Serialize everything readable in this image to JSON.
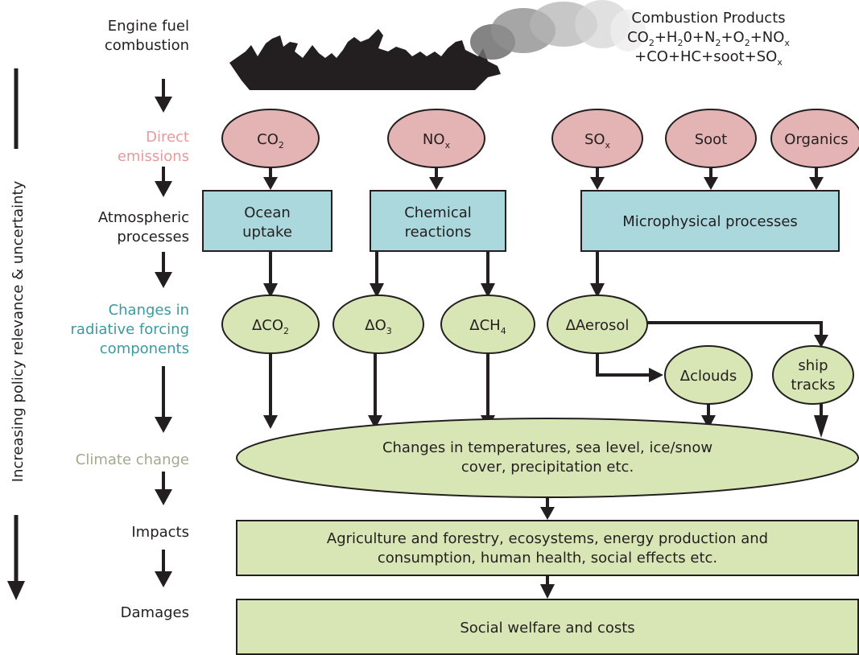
{
  "colors": {
    "emission_fill": "#e4b3b3",
    "process_fill": "#abd8dc",
    "forcing_fill": "#d8e6b5",
    "outline": "#231f20",
    "label_pink": "#e59a9e",
    "label_teal": "#3a9aa0",
    "label_sage": "#a0ab8e"
  },
  "side_arrow_label": "Increasing policy relevance & uncertainty",
  "stages": {
    "engine_line1": "Engine fuel",
    "engine_line2": "combustion",
    "direct_line1": "Direct",
    "direct_line2": "emissions",
    "atmos_line1": "Atmospheric",
    "atmos_line2": "processes",
    "forcing_line1": "Changes in",
    "forcing_line2": "radiative forcing",
    "forcing_line3": "components",
    "climate": "Climate change",
    "impacts": "Impacts",
    "damages": "Damages"
  },
  "combustion": {
    "title": "Combustion Products",
    "line2": [
      {
        "t": "CO"
      },
      {
        "t": "2",
        "sub": true
      },
      {
        "t": "+H"
      },
      {
        "t": "2",
        "sub": true
      },
      {
        "t": "0+N"
      },
      {
        "t": "2",
        "sub": true
      },
      {
        "t": "+O"
      },
      {
        "t": "2",
        "sub": true
      },
      {
        "t": "+NO"
      },
      {
        "t": "x",
        "sub": true
      }
    ],
    "line3": [
      {
        "t": "+CO+HC+soot+SO"
      },
      {
        "t": "x",
        "sub": true
      }
    ]
  },
  "emissions": {
    "co2": [
      {
        "t": "CO"
      },
      {
        "t": "2",
        "sub": true
      }
    ],
    "nox": [
      {
        "t": "NO"
      },
      {
        "t": "x",
        "sub": true
      }
    ],
    "sox": [
      {
        "t": "SO"
      },
      {
        "t": "x",
        "sub": true
      }
    ],
    "soot": [
      {
        "t": "Soot"
      }
    ],
    "organics": [
      {
        "t": "Organics"
      }
    ]
  },
  "processes": {
    "ocean_line1": "Ocean",
    "ocean_line2": "uptake",
    "chem_line1": "Chemical",
    "chem_line2": "reactions",
    "micro": "Microphysical processes"
  },
  "forcing": {
    "dco2": [
      {
        "t": "ΔCO"
      },
      {
        "t": "2",
        "sub": true
      }
    ],
    "do3": [
      {
        "t": "ΔO"
      },
      {
        "t": "3",
        "sub": true
      }
    ],
    "dch4": [
      {
        "t": "ΔCH"
      },
      {
        "t": "4",
        "sub": true
      }
    ],
    "daerosol": [
      {
        "t": "ΔAerosol"
      }
    ],
    "dclouds": [
      {
        "t": "Δclouds"
      }
    ],
    "shiptracks_line1": "ship",
    "shiptracks_line2": "tracks"
  },
  "climate_box": {
    "line1": "Changes in temperatures, sea level, ice/snow",
    "line2": "cover, precipitation etc."
  },
  "impacts_box": {
    "line1": "Agriculture and forestry, ecosystems, energy production and",
    "line2": "consumption, human health, social effects etc."
  },
  "damages_box": {
    "text": "Social welfare and costs"
  }
}
